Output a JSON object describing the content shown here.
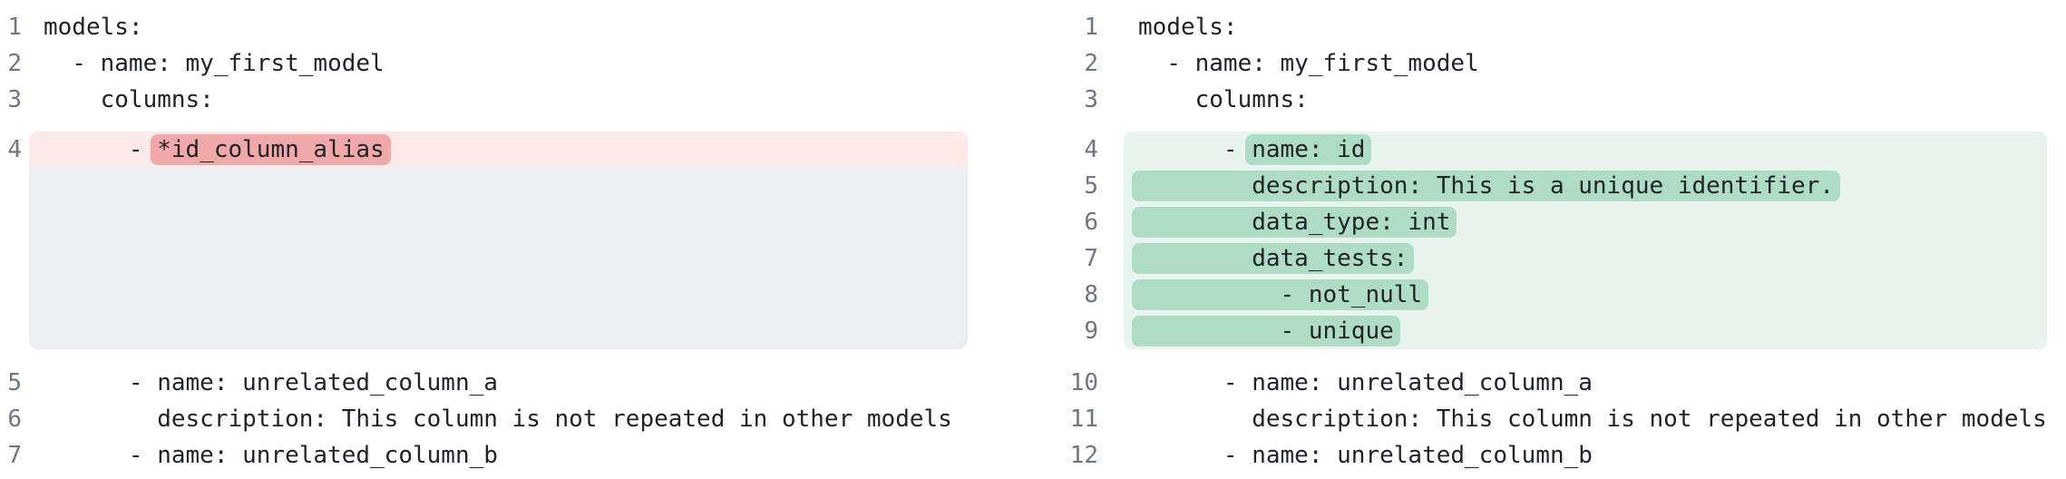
{
  "diff_view": {
    "kind": "side-by-side-code-diff",
    "language": "yaml",
    "panels": [
      {
        "name": "before",
        "lines": [
          {
            "number": "1",
            "text": "models:"
          },
          {
            "number": "2",
            "text": "  - name: my_first_model"
          },
          {
            "number": "3",
            "text": "    columns:"
          },
          {
            "number": "4",
            "type": "removed",
            "prefix": "      - ",
            "highlight": "*id_column_alias"
          },
          {
            "type": "filler"
          },
          {
            "number": "5",
            "text": "      - name: unrelated_column_a"
          },
          {
            "number": "6",
            "text": "        description: This column is not repeated in other models"
          },
          {
            "number": "7",
            "text": "      - name: unrelated_column_b"
          }
        ]
      },
      {
        "name": "after",
        "lines": [
          {
            "number": "1",
            "text": "models:"
          },
          {
            "number": "2",
            "text": "  - name: my_first_model"
          },
          {
            "number": "3",
            "text": "    columns:"
          },
          {
            "number": "4",
            "type": "added",
            "prefix": "      - ",
            "highlight": "name: id"
          },
          {
            "number": "5",
            "type": "added",
            "prefix": "",
            "highlight": "        description: This is a unique identifier."
          },
          {
            "number": "6",
            "type": "added",
            "prefix": "",
            "highlight": "        data_type: int"
          },
          {
            "number": "7",
            "type": "added",
            "prefix": "",
            "highlight": "        data_tests:"
          },
          {
            "number": "8",
            "type": "added",
            "prefix": "",
            "highlight": "          - not_null"
          },
          {
            "number": "9",
            "type": "added",
            "prefix": "",
            "highlight": "          - unique"
          },
          {
            "number": "10",
            "text": "      - name: unrelated_column_a"
          },
          {
            "number": "11",
            "text": "        description: This column is not repeated in other models"
          },
          {
            "number": "12",
            "text": "      - name: unrelated_column_b"
          }
        ]
      }
    ]
  },
  "colors": {
    "removed_line_bg": "#fce9e9",
    "removed_mark_bg": "#f0a8a8",
    "added_line_bg": "#eaf4ee",
    "added_mark_bg": "#aedcc5",
    "filler_bg": "#eceff1",
    "num_color": "#6e7781",
    "code_color": "#1f2328",
    "page_bg": "#ffffff"
  }
}
